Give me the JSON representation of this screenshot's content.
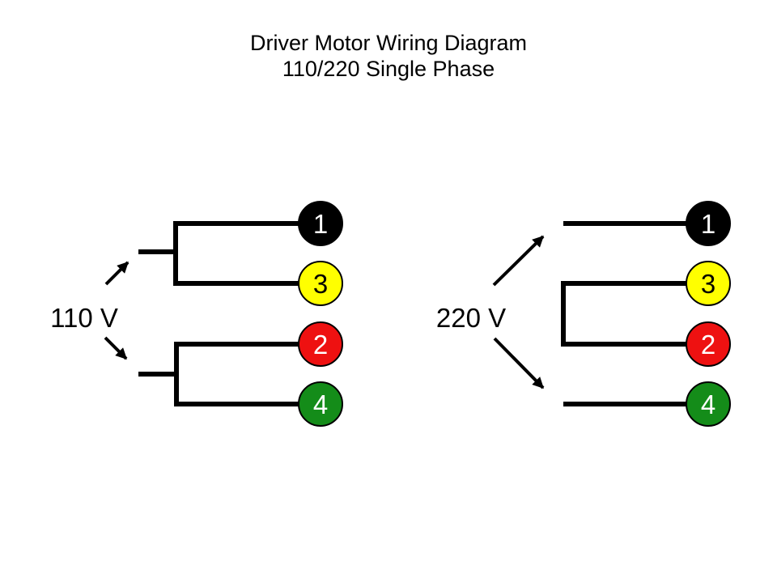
{
  "title": {
    "line1": "Driver Motor Wiring Diagram",
    "line2": "110/220 Single Phase"
  },
  "left_diagram": {
    "voltage_label": "110 V",
    "terminals": [
      {
        "label": "1",
        "fill": "#000000",
        "text_color": "#ffffff"
      },
      {
        "label": "3",
        "fill": "#ffff00",
        "text_color": "#000000"
      },
      {
        "label": "2",
        "fill": "#ee1111",
        "text_color": "#ffffff"
      },
      {
        "label": "4",
        "fill": "#148c19",
        "text_color": "#ffffff"
      }
    ]
  },
  "right_diagram": {
    "voltage_label": "220 V",
    "terminals": [
      {
        "label": "1",
        "fill": "#000000",
        "text_color": "#ffffff"
      },
      {
        "label": "3",
        "fill": "#ffff00",
        "text_color": "#000000"
      },
      {
        "label": "2",
        "fill": "#ee1111",
        "text_color": "#ffffff"
      },
      {
        "label": "4",
        "fill": "#148c19",
        "text_color": "#ffffff"
      }
    ]
  },
  "colors": {
    "background": "#ffffff",
    "wire": "#000000",
    "text": "#000000"
  }
}
